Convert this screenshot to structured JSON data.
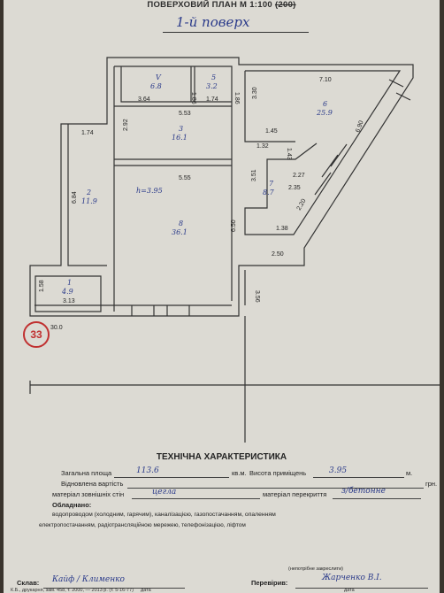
{
  "header": {
    "title_prefix": "ПОВЕРХОВИЙ ПЛАН М 1:100",
    "title_struck": "(200)",
    "floor_note": "1-й поверх"
  },
  "plan": {
    "badge": "33",
    "rooms": [
      {
        "num": "V",
        "area": "6.8"
      },
      {
        "num": "5",
        "area": "3.2"
      },
      {
        "num": "6",
        "area": "25.9"
      },
      {
        "num": "3",
        "area": "16.1"
      },
      {
        "num": "2",
        "area": "11.9"
      },
      {
        "num": "7",
        "area": "8.7"
      },
      {
        "num": "8",
        "area": "36.1"
      },
      {
        "num": "1",
        "area": "4.9"
      }
    ],
    "height_note": "h=3.95",
    "dims": {
      "d364": "3.64",
      "d186a": "1.86",
      "d174a": "1.74",
      "d186b": "1.86",
      "d330": "3.30",
      "d710": "7.10",
      "d690": "6.90",
      "d553": "5.53",
      "d292": "2.92",
      "d174b": "1.74",
      "d145": "1.45",
      "d132": "1.32",
      "d143": "1.43",
      "d684": "6.84",
      "d555": "5.55",
      "d351": "3.51",
      "d227": "2.27",
      "d235": "2.35",
      "d220": "2.20",
      "d650": "6.50",
      "d138": "1.38",
      "d250": "2.50",
      "d158": "1.58",
      "d313": "3.13",
      "d356": "3.56",
      "d300": "30.0"
    }
  },
  "tech": {
    "title": "ТЕХНІЧНА ХАРАКТЕРИСТИКА",
    "total_area_label": "Загальна площа",
    "total_area_value": "113.6",
    "unit_sqm": "кв.м.",
    "height_label": "Висота приміщень",
    "height_value": "3.95",
    "unit_m": "м.",
    "cost_label": "Відновлена вартість",
    "unit_uah": "грн.",
    "walls_label": "матеріал зовнішніх стін",
    "walls_value": "цегла",
    "floors_label": "матеріал перекриття",
    "floors_value": "з/бетонне",
    "equipped_label": "Обладнано:",
    "utilities_line1": "водопроводом (холодним, гарячим), каналізацією, газопостачанням, опаленням",
    "utilities_line2": "електропостачанням, радіотрансляційною мережею, телефонізацією, ліфтом",
    "made_label": "Склав:",
    "made_value": "Кайф / Клименко",
    "date_label": "дата",
    "checked_label": "Перевірив:",
    "checked_value": "Жарченко В.І.",
    "strike_note": "(непотрібне закреслити)",
    "form_note": "К.Б., друкарня, зам. 458, т. 2000, — 2013 р. (т. 5-16-77)"
  }
}
